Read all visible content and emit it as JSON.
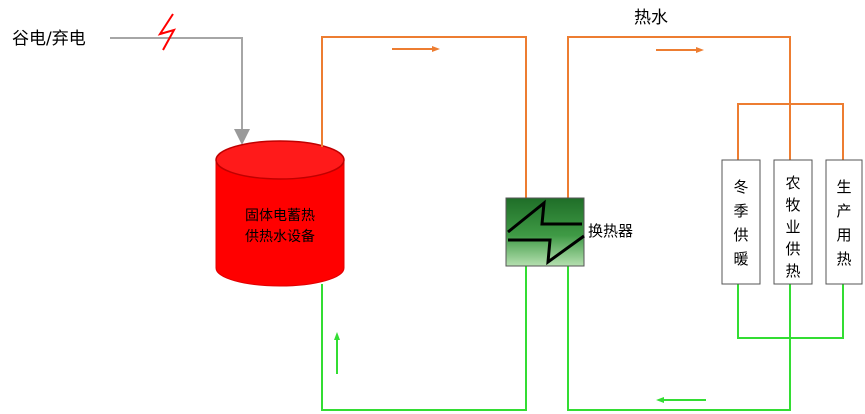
{
  "labels": {
    "power_source": "谷电/弃电",
    "hot_water": "热水",
    "tank_line1": "固体电蓄热",
    "tank_line2": "供热水设备",
    "heat_exchanger": "换热器"
  },
  "consumers": [
    {
      "id": "winter-heating",
      "text": "冬季供暖",
      "chars": [
        "冬",
        "季",
        "供",
        "暖"
      ]
    },
    {
      "id": "agri-heating",
      "text": "农牧业供热",
      "chars": [
        "农",
        "牧",
        "业",
        "供",
        "热"
      ]
    },
    {
      "id": "production-heat",
      "text": "生产用热",
      "chars": [
        "生",
        "产",
        "用",
        "热"
      ]
    }
  ],
  "colors": {
    "hot_pipe": "#ED7D31",
    "cold_pipe": "#33DD33",
    "power_wire": "#A6A6A6",
    "lightning": "#FF0000",
    "tank_fill": "#FF0000",
    "exchanger_top": "#2E7D32",
    "exchanger_bottom": "#A5D6A7"
  }
}
